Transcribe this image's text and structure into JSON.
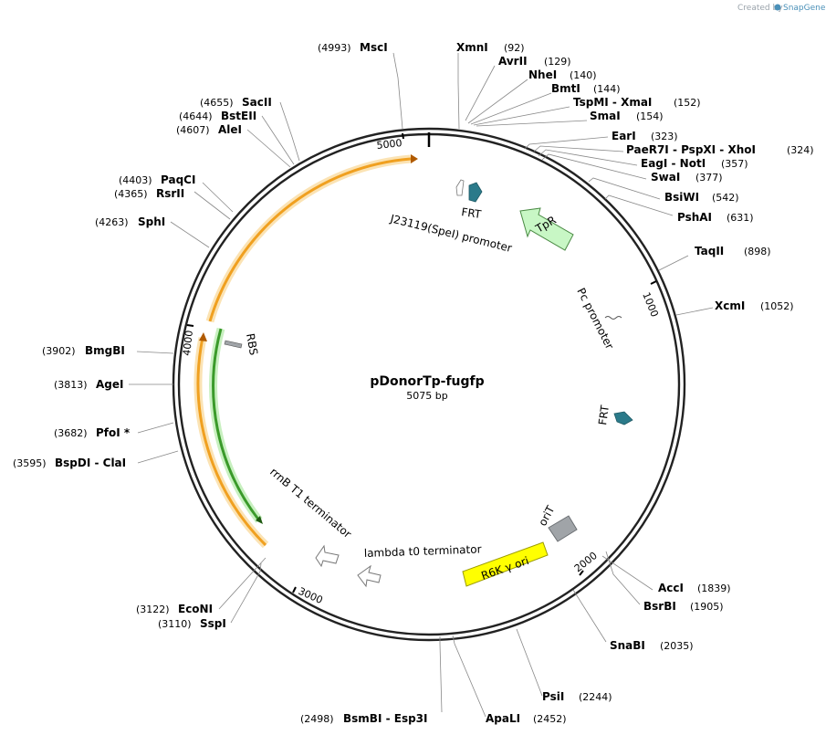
{
  "credit": {
    "prefix": "Created by",
    "brand": "SnapGene"
  },
  "plasmid": {
    "name": "pDonorTp-fugfp",
    "size": "5075 bp"
  },
  "ticks": [
    "1000",
    "2000",
    "3000",
    "4000",
    "5000"
  ],
  "sites": [
    {
      "name": "MscI",
      "pos": "(4993)"
    },
    {
      "name": "XmnI",
      "pos": "(92)"
    },
    {
      "name": "AvrII",
      "pos": "(129)"
    },
    {
      "name": "NheI",
      "pos": "(140)"
    },
    {
      "name": "BmtI",
      "pos": "(144)"
    },
    {
      "name": "TspMI  -  XmaI",
      "pos": "(152)"
    },
    {
      "name": "SmaI",
      "pos": "(154)"
    },
    {
      "name": "EarI",
      "pos": "(323)"
    },
    {
      "name": "PaeR7I  -  PspXI  -  XhoI",
      "pos": "(324)"
    },
    {
      "name": "EagI  -  NotI",
      "pos": "(357)"
    },
    {
      "name": "SwaI",
      "pos": "(377)"
    },
    {
      "name": "BsiWI",
      "pos": "(542)"
    },
    {
      "name": "PshAI",
      "pos": "(631)"
    },
    {
      "name": "TaqII",
      "pos": "(898)"
    },
    {
      "name": "XcmI",
      "pos": "(1052)"
    },
    {
      "name": "AccI",
      "pos": "(1839)"
    },
    {
      "name": "BsrBI",
      "pos": "(1905)"
    },
    {
      "name": "SnaBI",
      "pos": "(2035)"
    },
    {
      "name": "PsiI",
      "pos": "(2244)"
    },
    {
      "name": "ApaLI",
      "pos": "(2452)"
    },
    {
      "name": "BsmBI  -  Esp3I",
      "pos": "(2498)"
    },
    {
      "name": "EcoNI",
      "pos": "(3122)"
    },
    {
      "name": "SspI",
      "pos": "(3110)"
    },
    {
      "name": "BspDI  -  ClaI",
      "pos": "(3595)"
    },
    {
      "name": "PfoI *",
      "pos": "(3682)"
    },
    {
      "name": "AgeI",
      "pos": "(3813)"
    },
    {
      "name": "BmgBI",
      "pos": "(3902)"
    },
    {
      "name": "SphI",
      "pos": "(4263)"
    },
    {
      "name": "RsrII",
      "pos": "(4365)"
    },
    {
      "name": "PaqCI",
      "pos": "(4403)"
    },
    {
      "name": "AleI",
      "pos": "(4607)"
    },
    {
      "name": "BstEII",
      "pos": "(4644)"
    },
    {
      "name": "SacII",
      "pos": "(4655)"
    }
  ],
  "features": {
    "frt_top": "FRT",
    "j23119": "J23119(SpeI) promoter",
    "tpr": "TpR",
    "pc_promoter": "Pc promoter",
    "frt_right": "FRT",
    "ont": "oriT",
    "r6k": "R6K γ ori",
    "lambda": "lambda t0 terminator",
    "rrnb": "rrnB T1 terminator",
    "rbs": "RBS"
  },
  "colors": {
    "frt": "#2b7a8a",
    "tpr": "#c8f7c5",
    "r6k": "#ffff00",
    "ont": "#a0a4a8",
    "orange": "#f0a020",
    "green": "#3a9a2a"
  }
}
